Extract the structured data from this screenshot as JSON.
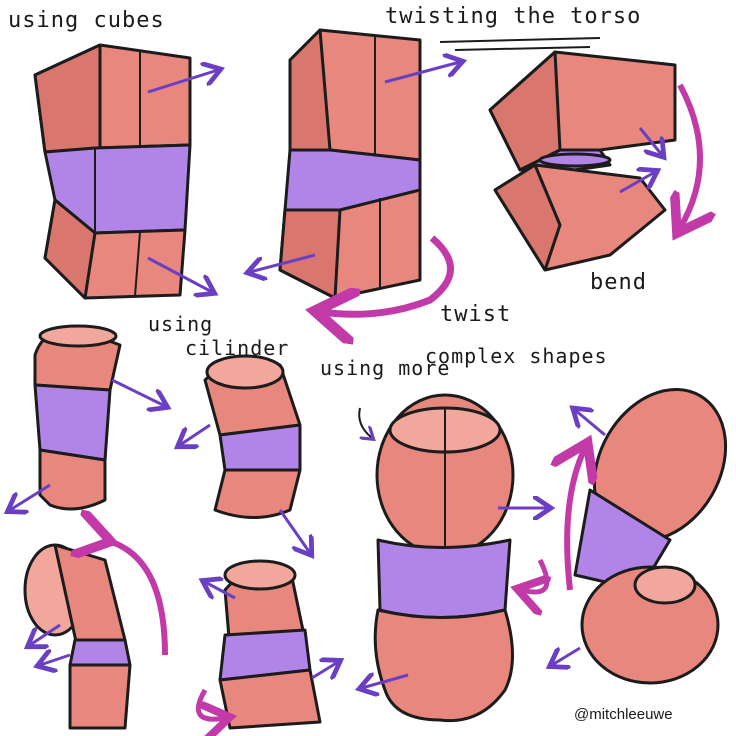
{
  "labels": {
    "using_cubes": "using cubes",
    "twisting_title": "twisting the torso",
    "bend": "bend",
    "twist": "twist",
    "using": "using",
    "cilinder": "cilinder",
    "using_more": "using more",
    "complex_shapes": "complex shapes",
    "signature": "@mitchleeuwe"
  },
  "colors": {
    "skin": "#e8877e",
    "skin_light": "#f2a79c",
    "skin_dark": "#c96a63",
    "waist": "#b185e8",
    "waist_dark": "#9160d2",
    "arrow_blue": "#6a3fc4",
    "arrow_magenta": "#c23aa8",
    "outline": "#1c1c1c"
  }
}
